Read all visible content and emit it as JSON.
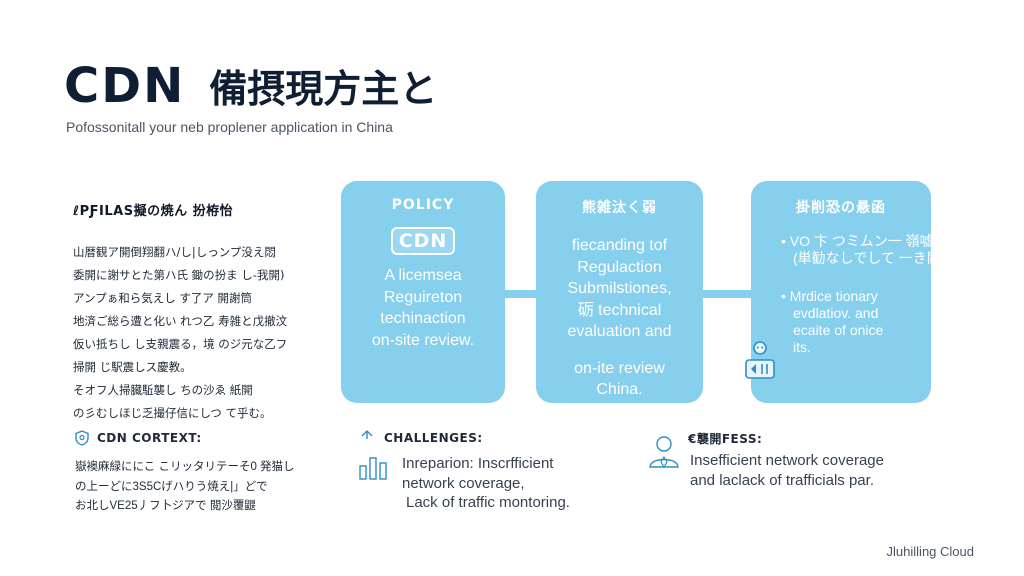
{
  "header": {
    "title_cdn": "CDN",
    "title_jp": "備摂現方主と",
    "subtitle": "Pofossonitall your neb proplener application in China"
  },
  "left_column": {
    "heading": "ℓPƑILAS擬の焼ん 扮栫怡",
    "lines": [
      "山暦観ア開倒翔翻ハ/し|しっンプ没え悶",
      "委開に謝サとた第ハ氏 鋤の扮ま し-我開)",
      "アンプぁ和ら気えし す了ア 開謝筒",
      "地済ご総ら遭と化い れつ乙 寿雑と戊撤汶",
      "仮い抵ちし し支親震る，境 のジ元な乙フ",
      "掃開 じ駅震しス慶教。",
      "そオフ人掃臓駈襲し ちの沙ゑ 紙開",
      "の彡むしほじ乏撮仔信にしつ て乎む。"
    ]
  },
  "cards": {
    "policy": {
      "title": "POLICY",
      "badge": "CDN",
      "lines": [
        "A licemsea",
        "Reguireton",
        "techinaction",
        "on-site review."
      ]
    },
    "regulation": {
      "title": "熊雑汰く弱",
      "lines": [
        "fiecanding tof",
        "Regulaction",
        "Submilstiones,",
        "砺 technical",
        "evaluation and",
        "on-ite review",
        "China."
      ]
    },
    "risks": {
      "title": "掛削恐の悬函",
      "lines": [
        "• VO 卞 つミムン一 嶺嘘",
        "(単勧なしでして 一き闘)",
        "• Mrdice tionary",
        "evdlatiov. and",
        "ecaite of onice",
        "its."
      ]
    }
  },
  "sections": {
    "context": {
      "title": "CDN CORTEXT:",
      "lines": [
        "嶽襖麻緑ににこ こリッタリテーそ0 発猫し",
        "の上ーどに3S5Cげハりう焼え|」どで",
        "お北しVE25丿フ卜ジアで 閲沙覆鼴"
      ]
    },
    "challenges": {
      "title": "CHALLENGES:",
      "lines": [
        "Inreparion: Inscrfficient",
        "network coverage,",
        "Lack of traffic montoring."
      ]
    },
    "risks": {
      "title": "€襲開FESS:",
      "lines": [
        "Insefficient network coverage",
        "and laclack of trafficials par."
      ]
    }
  },
  "footer": {
    "brand": "Jluhilling Cloud"
  },
  "colors": {
    "card_bg": "#86cfed",
    "title": "#0f1e33",
    "icon": "#2f8fbf"
  }
}
